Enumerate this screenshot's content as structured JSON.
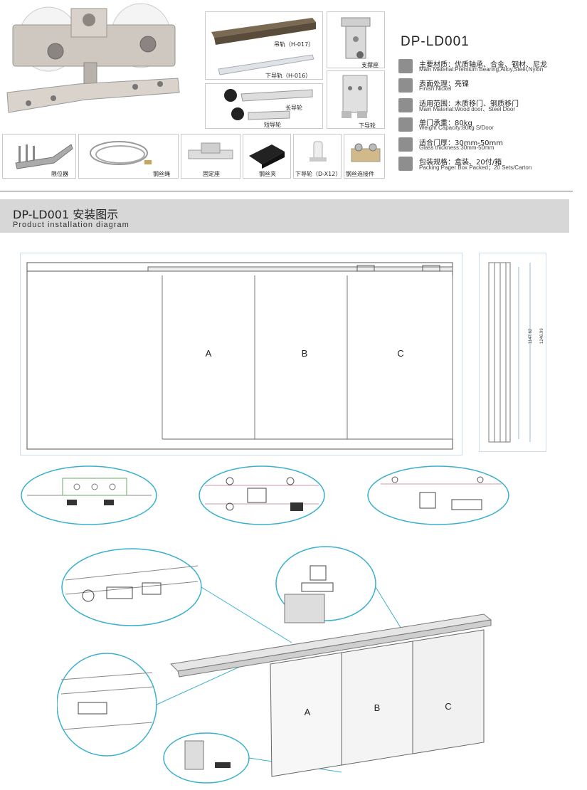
{
  "header": {
    "model": "DP-LD001"
  },
  "parts": {
    "rail_top": "吊轨（H-017）",
    "rail_bottom": "下导轨（H-016）",
    "support_seat": "支撑座",
    "long_guide_wheel": "长导轮",
    "short_guide_wheel": "短导轮",
    "lower_guide_wheel": "下导轮",
    "stopper": "限位器",
    "wire_rope": "钢丝绳",
    "fixing_seat": "固定座",
    "wire_clip": "钢丝夹",
    "lower_wheel_dx12": "下导轮（D-X12）",
    "wire_connector": "钢丝连接件"
  },
  "specs": [
    {
      "icon": "material-icon",
      "cn": "主要材质：优质轴承、合金、钢材、尼龙",
      "en": "Main Material:Premium Bearing,Alloy,Steel,Nylon"
    },
    {
      "icon": "finish-icon",
      "cn": "表面处理：亮镍",
      "en": "Finish:Nickel"
    },
    {
      "icon": "door-icon",
      "cn": "适用范围：木质移门、钢质移门",
      "en": "Main Material:Wood door、Steel Door"
    },
    {
      "icon": "weight-icon",
      "cn": "单门承重：80kg",
      "en": "Weight Capacity:80kg S/Door"
    },
    {
      "icon": "thickness-icon",
      "cn": "适合门厚：30mm-50mm",
      "en": "Glass thickness:30mm-50mm"
    },
    {
      "icon": "packing-icon",
      "cn": "包装规格：盒装、20付/箱",
      "en": "Packing:Pager Box Packed；20 Sets/Carton"
    }
  ],
  "section": {
    "title_cn": "DP-LD001 安装图示",
    "title_en": "Product installation diagram"
  },
  "diagram": {
    "panel_a": "A",
    "panel_b": "B",
    "panel_c": "C",
    "dim1": "1147.62",
    "dim2": "1246.99"
  }
}
